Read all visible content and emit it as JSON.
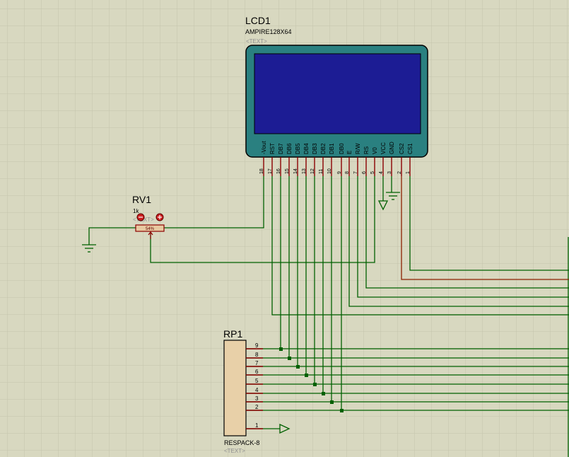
{
  "lcd": {
    "ref": "LCD1",
    "model": "AMPIRE128X64",
    "placeholder": "<TEXT>",
    "pins": [
      {
        "name": "-Vout",
        "num": "18"
      },
      {
        "name": "RST",
        "num": "17"
      },
      {
        "name": "DB7",
        "num": "16"
      },
      {
        "name": "DB6",
        "num": "15"
      },
      {
        "name": "DB5",
        "num": "14"
      },
      {
        "name": "DB4",
        "num": "13"
      },
      {
        "name": "DB3",
        "num": "12"
      },
      {
        "name": "DB2",
        "num": "11"
      },
      {
        "name": "DB1",
        "num": "10"
      },
      {
        "name": "DB0",
        "num": "9"
      },
      {
        "name": "E",
        "num": "8"
      },
      {
        "name": "R/W",
        "num": "7"
      },
      {
        "name": "RS",
        "num": "6"
      },
      {
        "name": "V0",
        "num": "5"
      },
      {
        "name": "VCC",
        "num": "4"
      },
      {
        "name": "GND",
        "num": "3"
      },
      {
        "name": "CS2",
        "num": "2"
      },
      {
        "name": "CS1",
        "num": "1"
      }
    ]
  },
  "rv1": {
    "ref": "RV1",
    "value": "1k",
    "placeholder": "<TEXT>",
    "percent": "54%"
  },
  "rp1": {
    "ref": "RP1",
    "model": "RESPACK-8",
    "placeholder": "<TEXT>",
    "pins": [
      "9",
      "8",
      "7",
      "6",
      "5",
      "4",
      "3",
      "2",
      "1"
    ]
  },
  "colors": {
    "background": "#d8d8c0",
    "grid": "#c4c4ac",
    "wire": "#006000",
    "pin": "#8b0000",
    "lcd_body": "#2a8080",
    "lcd_screen": "#1c1c94"
  }
}
